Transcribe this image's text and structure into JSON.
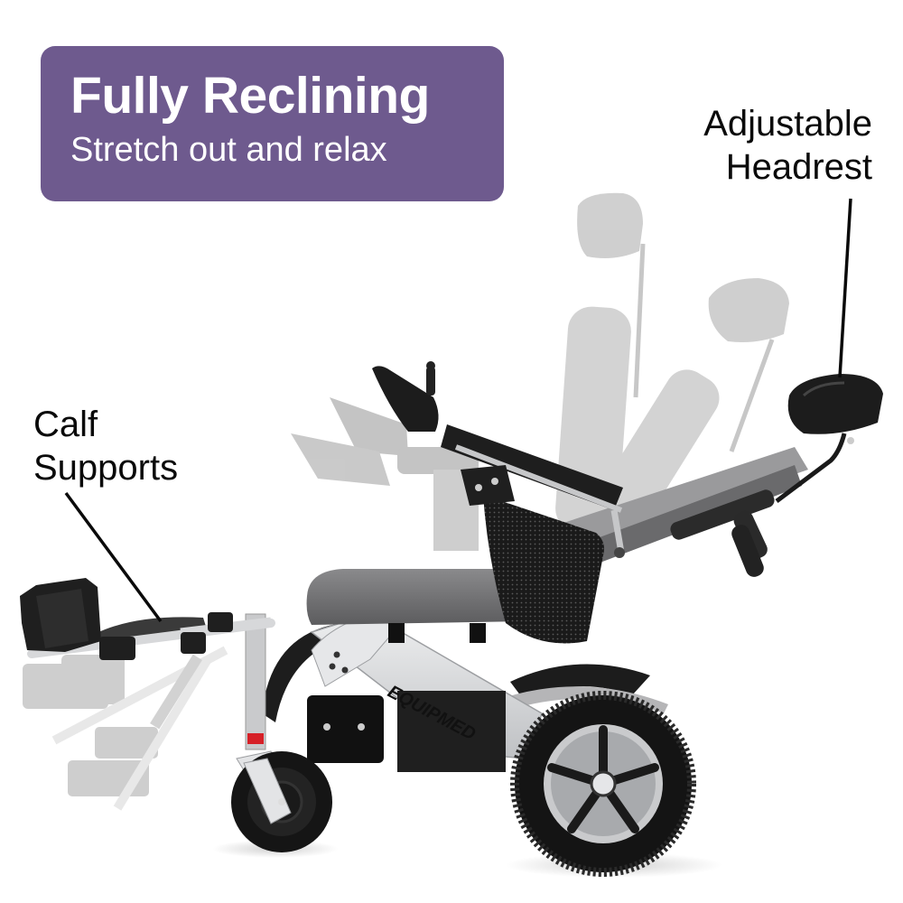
{
  "banner": {
    "title": "Fully Reclining",
    "subtitle": "Stretch out and relax",
    "background_color": "#6e5a8e",
    "text_color": "#ffffff"
  },
  "callouts": {
    "headrest": {
      "line1": "Adjustable",
      "line2": "Headrest"
    },
    "calf": {
      "line1": "Calf",
      "line2": "Supports"
    }
  },
  "product": {
    "brand_mark": "EQUIPMED",
    "type": "reclining power wheelchair",
    "frame_color": "#d9dadc",
    "upholstery_color": "#6f6f71",
    "accent_color": "#d62027"
  }
}
